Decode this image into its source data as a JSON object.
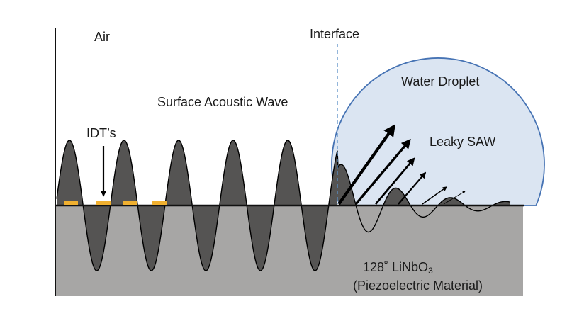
{
  "labels": {
    "air": "Air",
    "interface": "Interface",
    "surface_wave": "Surface Acoustic Wave",
    "water_droplet": "Water Droplet",
    "leaky_saw": "Leaky SAW",
    "idt": "IDT’s",
    "substrate_prefix": "128˚ LiNbO",
    "substrate_subscript": "3",
    "material": "(Piezoelectric Material)"
  },
  "colors": {
    "substrate": "#a7a6a5",
    "wave_fill": "#555453",
    "droplet_fill": "#dbe5f2",
    "droplet_stroke": "#4673b4",
    "idt_electrode": "#f0b030",
    "interface_line": "#5b8fc7",
    "line": "#111111"
  },
  "diagram": {
    "idt_count": 4,
    "leaky_arrow_count": 6
  }
}
